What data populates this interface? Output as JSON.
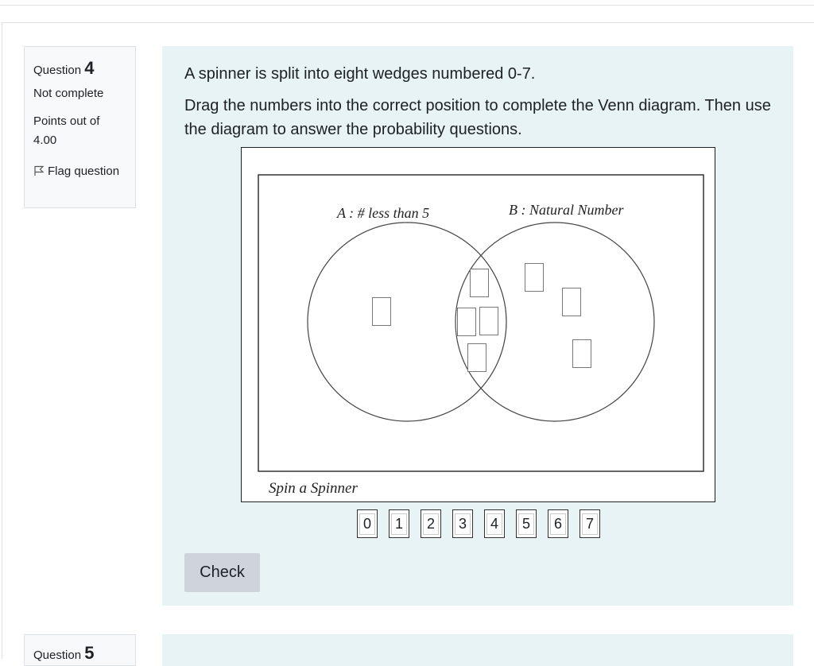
{
  "question4": {
    "info": {
      "question_label": "Question",
      "number": "4",
      "state": "Not complete",
      "grade_line1": "Points out of",
      "grade_line2": "4.00",
      "flag_label": "Flag question"
    },
    "text": {
      "line1": "A spinner is split into eight wedges numbered 0-7.",
      "line2": "Drag the numbers into the correct position to complete the Venn diagram. Then use the diagram to answer the probability questions."
    },
    "diagram": {
      "set_a_label": "A : # less than 5",
      "set_b_label": "B : Natural Number",
      "universe_label": "Spin a Spinner"
    },
    "draggables": [
      "0",
      "1",
      "2",
      "3",
      "4",
      "5",
      "6",
      "7"
    ],
    "check_button": "Check"
  },
  "question5": {
    "question_label": "Question",
    "number": "5"
  },
  "colors": {
    "content_bg": "#e7f3f5",
    "info_bg": "#f8f9fa",
    "button_bg": "#ced4da"
  }
}
